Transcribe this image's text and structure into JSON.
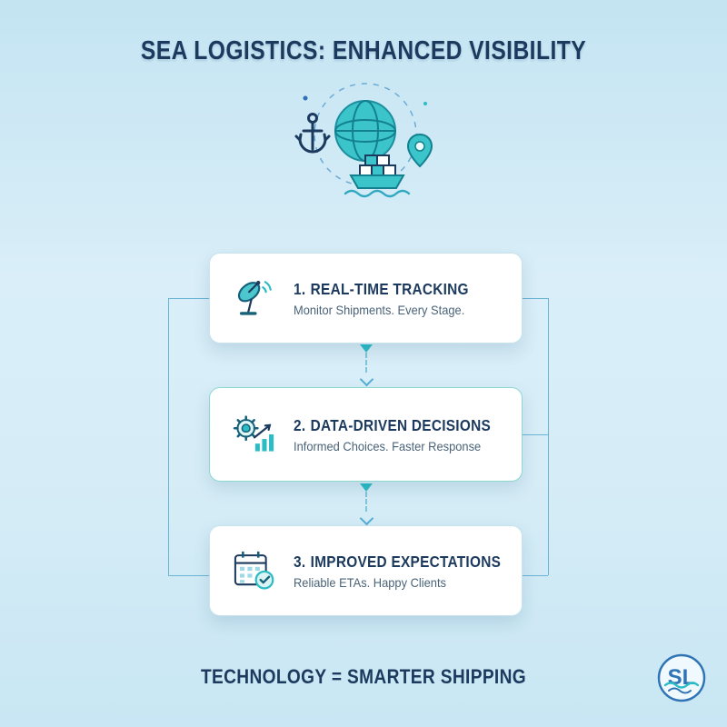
{
  "title": "SEA LOGISTICS: ENHANCED VISIBILITY",
  "hero": {
    "icon": "globe-ship-anchor-pin-illustration"
  },
  "steps": [
    {
      "number": "1.",
      "title": "REAL-TIME TRACKING",
      "subtitle": "Monitor Shipments. Every Stage.",
      "icon": "satellite-dish-icon"
    },
    {
      "number": "2.",
      "title": "DATA-DRIVEN DECISIONS",
      "subtitle": "Informed Choices. Faster Response",
      "icon": "gear-brain-chart-icon"
    },
    {
      "number": "3.",
      "title": "IMPROVED EXPECTATIONS",
      "subtitle": "Reliable ETAs. Happy Clients",
      "icon": "calendar-check-icon"
    }
  ],
  "footer": {
    "text": "TECHNOLOGY = SMARTER SHIPPING"
  },
  "logo": {
    "text": "SL"
  },
  "colors": {
    "navy": "#1c3a5e",
    "teal": "#2cbcc6",
    "accent_blue": "#2f74b5",
    "connector": "#6ab4d6",
    "card_border": "#c6e3ee",
    "background_top": "#c4e4f2",
    "background_bottom": "#c8e6f3"
  }
}
